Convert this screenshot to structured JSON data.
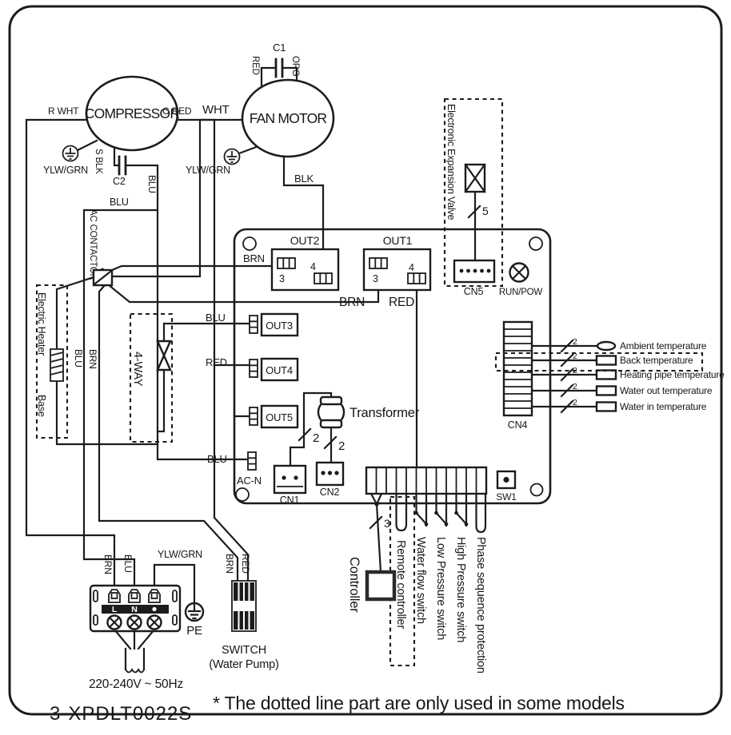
{
  "components": {
    "compressor": {
      "label": "COMPRESSOR"
    },
    "fan_motor": {
      "label": "FAN MOTOR"
    },
    "capacitors": {
      "c1": "C1",
      "c2": "C2"
    },
    "contactor": {
      "label": "AC CONTACTOR"
    },
    "heater": {
      "line1": "Electric Heater",
      "line2": "Base"
    },
    "four_way_valve": {
      "label": "4-WAY"
    },
    "eev": {
      "label": "Electronic Expansion Valve"
    },
    "transformer": {
      "label": "Transformer"
    },
    "controller": {
      "label": "Controller"
    },
    "pump_switch": {
      "title": "SWITCH",
      "subtitle": "(Water Pump)"
    },
    "board": {
      "out1": "OUT1",
      "out2": "OUT2",
      "out3": "OUT3",
      "out4": "OUT4",
      "out5": "OUT5",
      "cn1": "CN1",
      "cn2": "CN2",
      "cn4": "CN4",
      "cn5": "CN5",
      "ac_n": "AC-N",
      "sw1": "SW1",
      "run_pow": "RUN/POW",
      "pin3": "3",
      "pin4": "4"
    }
  },
  "wire_labels": {
    "r_wht": "R WHT",
    "c_red": "C RED",
    "wht": "WHT",
    "blk": "BLK",
    "s_blk": "S BLK",
    "red": "RED",
    "org": "ORG",
    "brn": "BRN",
    "blu": "BLU",
    "ylw_grn": "YLW/GRN"
  },
  "wire_counts": {
    "two": "2",
    "three": "3",
    "five": "5"
  },
  "sensors": [
    "Ambient temperature",
    "Back temperature",
    "Heating pipe temperature",
    "Water out temperature",
    "Water in temperature"
  ],
  "protection_labels": {
    "remote": "Remote controller",
    "water_flow": "Water flow switch",
    "low_pressure": "Low Pressure switch",
    "high_pressure": "High Pressure switch",
    "phase_sequence": "Phase sequence protection"
  },
  "terminal_block": {
    "l": "L",
    "n": "N",
    "pe": "PE"
  },
  "footer": {
    "power": "220-240V ~ 50Hz",
    "model": "3-XPDLT0022S",
    "note": "* The dotted line part are only used in some models"
  },
  "colors": {
    "line": "#1c1c1c",
    "background": "#ffffff"
  }
}
